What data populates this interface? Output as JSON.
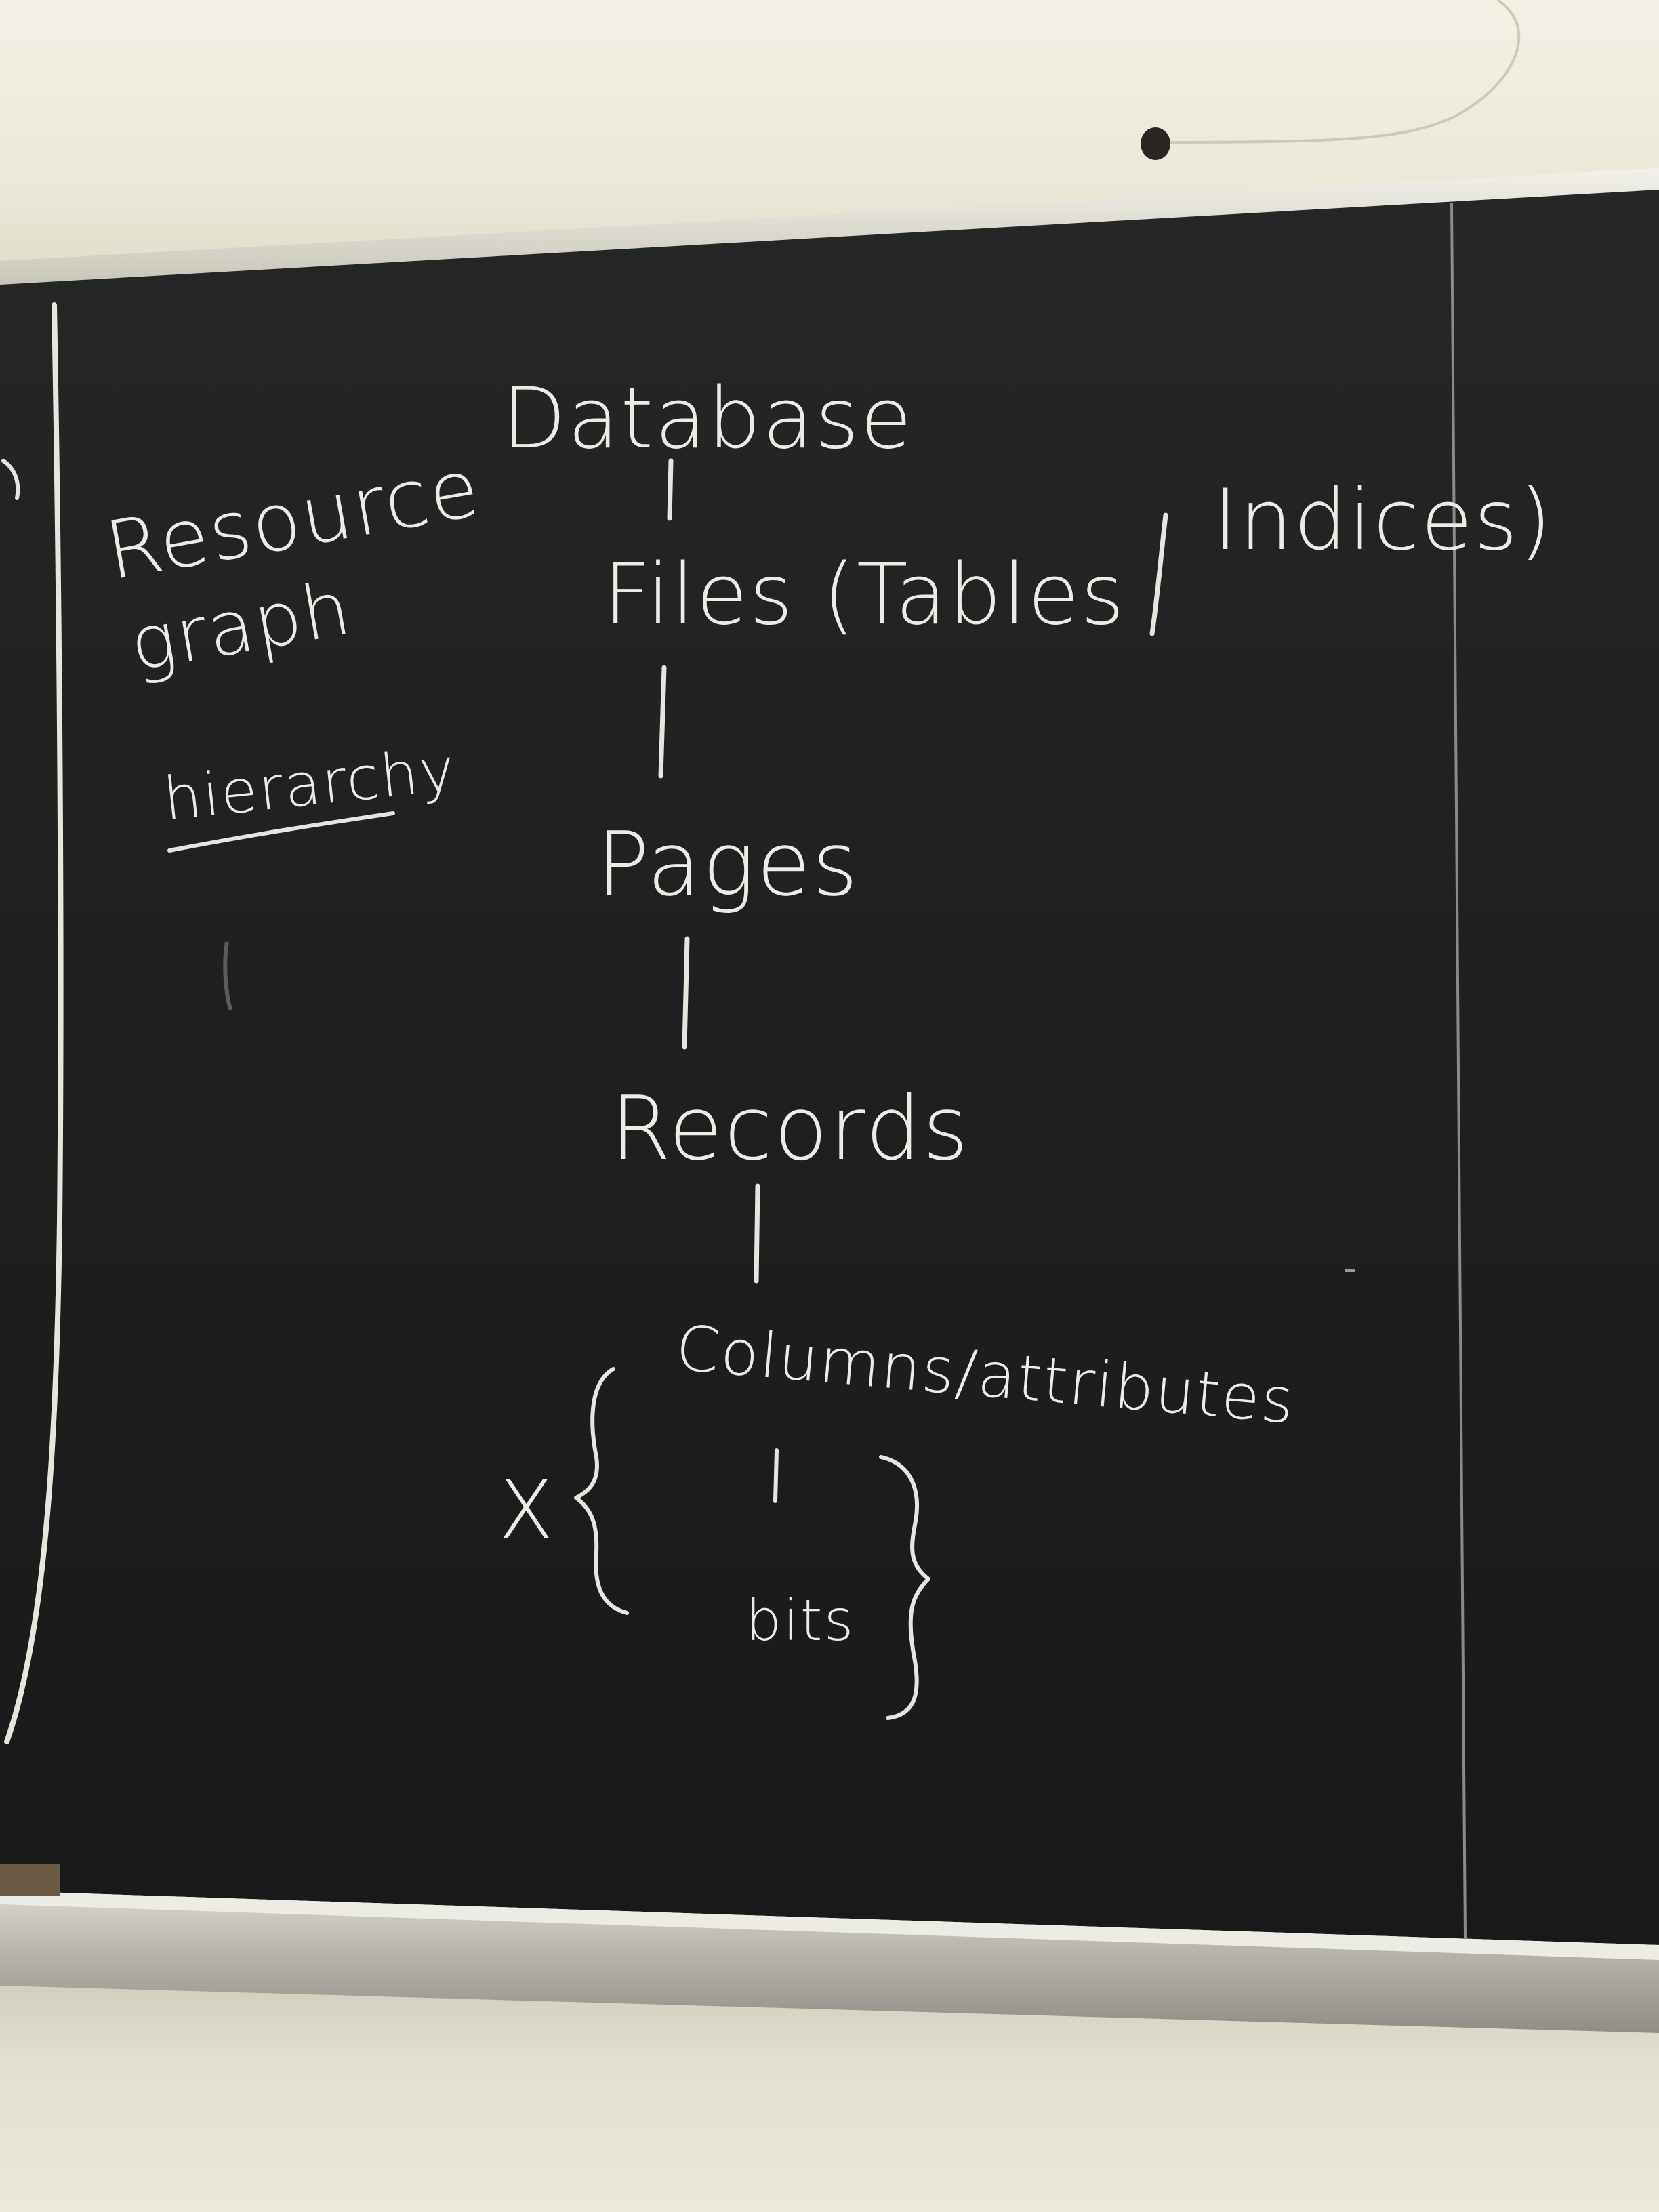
{
  "board": {
    "side_label": {
      "line1": "Resource",
      "line2": "graph",
      "line3": "hierarchy"
    },
    "levels": {
      "database": "Database",
      "files": "Files (Tables",
      "indices": "Indices)",
      "pages": "Pages",
      "records": "Records",
      "columns": "Columns/attributes",
      "bits": "bits"
    },
    "x_mark": "X"
  },
  "colors": {
    "board": "#1c1d1d",
    "chalk": "#ecebe4",
    "wall": "#ebe8d9",
    "rail": "#cfccbf"
  }
}
